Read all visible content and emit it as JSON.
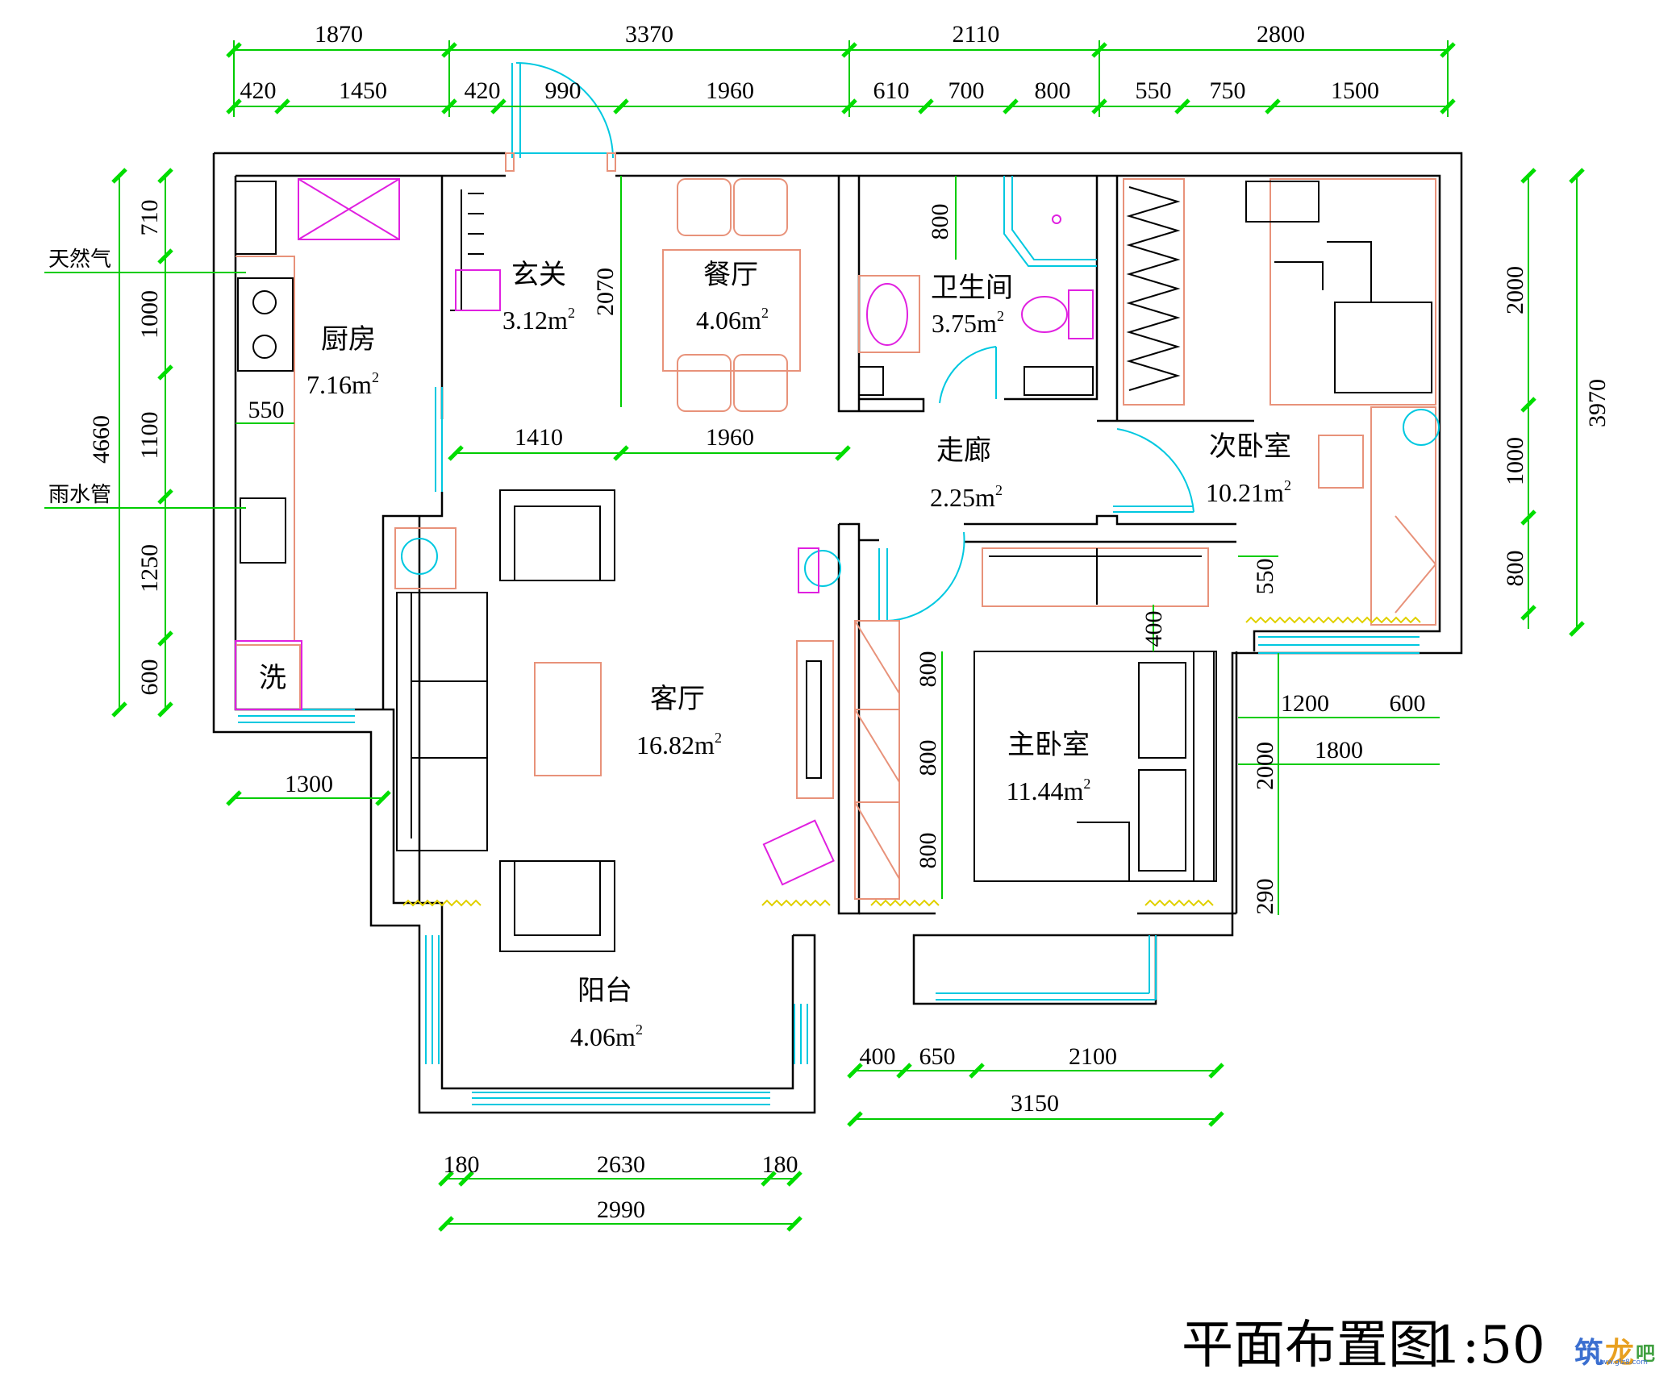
{
  "title": "平面布置图",
  "scale": "1:50",
  "colors": {
    "walls": "#000000",
    "furniture": "#e8927a",
    "dimension_lines": "#00cc00",
    "windows_doors": "#00c8e0",
    "fixtures": "#e020e0"
  },
  "rooms": [
    {
      "name": "厨房",
      "area": "7.16m"
    },
    {
      "name": "玄关",
      "area": "3.12m"
    },
    {
      "name": "餐厅",
      "area": "4.06m"
    },
    {
      "name": "卫生间",
      "area": "3.75m"
    },
    {
      "name": "走廊",
      "area": "2.25m"
    },
    {
      "name": "次卧室",
      "area": "10.21m"
    },
    {
      "name": "客厅",
      "area": "16.82m"
    },
    {
      "name": "主卧室",
      "area": "11.44m"
    },
    {
      "name": "阳台",
      "area": "4.06m"
    }
  ],
  "area_sup": "2",
  "labels": {
    "gas": "天然气",
    "rain_pipe": "雨水管",
    "wash": "洗"
  },
  "dims": {
    "top_row1": [
      "1870",
      "3370",
      "2110",
      "2800"
    ],
    "top_row2": [
      "420",
      "1450",
      "420",
      "990",
      "1960",
      "610",
      "700",
      "800",
      "550",
      "750",
      "1500"
    ],
    "left_total": "4660",
    "left_parts": [
      "710",
      "1000",
      "1100",
      "1250",
      "600"
    ],
    "right_total": "3970",
    "right_parts": [
      "2000",
      "1000",
      "800"
    ],
    "kitchen_width": "550",
    "kitchen_bottom": "1300",
    "inner": [
      "2070",
      "800",
      "1410",
      "1960",
      "550",
      "400"
    ],
    "master_wardrobe": [
      "800",
      "800",
      "800"
    ],
    "master_right": [
      "1200",
      "600",
      "1800",
      "2000",
      "290"
    ],
    "master_bottom": [
      "400",
      "650",
      "2100",
      "3150"
    ],
    "balcony_bottom": [
      "180",
      "2630",
      "180",
      "2990"
    ]
  },
  "logo": {
    "chars": [
      "筑",
      "龙",
      "吧"
    ],
    "url": "www.glz8.com"
  }
}
